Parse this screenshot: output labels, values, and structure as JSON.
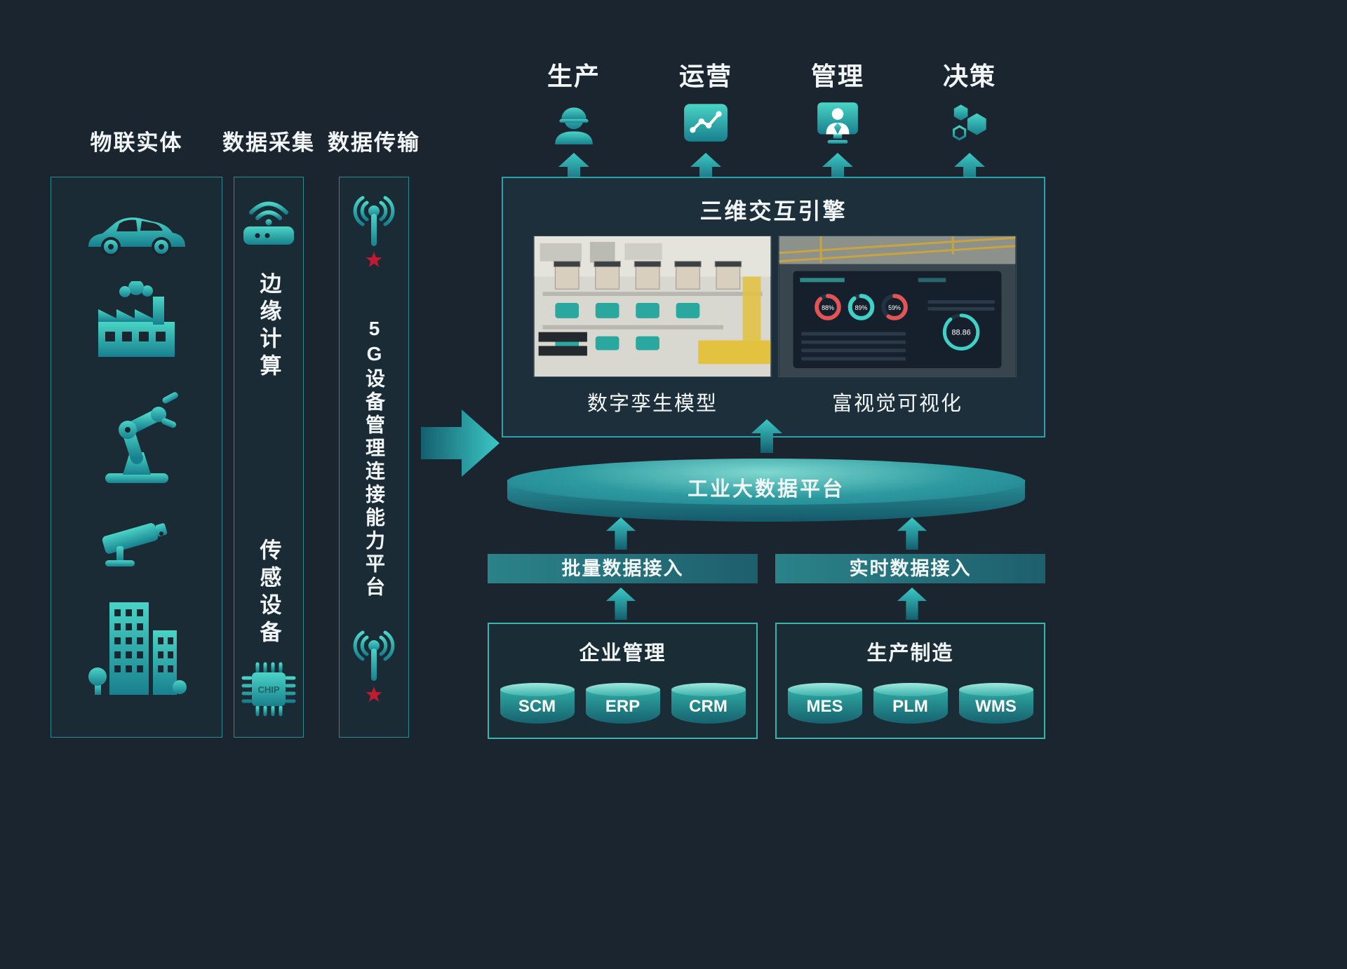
{
  "colors": {
    "background": "#1a2530",
    "accent_teal": "#2fc0b8",
    "panel_border": "#2aa2ac",
    "star_red": "#c21a30",
    "floor_yellow": "#e2c23e"
  },
  "columns": {
    "iot": {
      "title": "物联实体",
      "icons": [
        "car-icon",
        "factory-icon",
        "robot-arm-icon",
        "cctv-camera-icon",
        "buildings-icon"
      ]
    },
    "collect": {
      "title": "数据采集",
      "edge_label": "边缘计算",
      "sensor_label": "传感设备",
      "chip_text": "CHIP",
      "icons": [
        "wireless-router-icon",
        "chip-icon"
      ]
    },
    "transmit": {
      "title": "数据传输",
      "platform_label": "5G设备管理连接能力平台",
      "icons": [
        "antenna-icon",
        "antenna-icon"
      ]
    }
  },
  "outputs": [
    {
      "label": "生产",
      "icon": "worker-icon"
    },
    {
      "label": "运营",
      "icon": "line-chart-icon"
    },
    {
      "label": "管理",
      "icon": "manager-screen-icon"
    },
    {
      "label": "决策",
      "icon": "hexagons-icon"
    }
  ],
  "engine": {
    "title": "三维交互引擎",
    "left_caption": "数字孪生模型",
    "right_caption": "富视觉可视化",
    "dashboard": {
      "gauge1": "88%",
      "gauge2": "89%",
      "gauge3": "59%",
      "big_value": "88.86"
    }
  },
  "platform": {
    "label": "工业大数据平台"
  },
  "access": {
    "batch": "批量数据接入",
    "realtime": "实时数据接入"
  },
  "enterprise": {
    "title": "企业管理",
    "systems": [
      "SCM",
      "ERP",
      "CRM"
    ]
  },
  "manufacturing": {
    "title": "生产制造",
    "systems": [
      "MES",
      "PLM",
      "WMS"
    ]
  }
}
